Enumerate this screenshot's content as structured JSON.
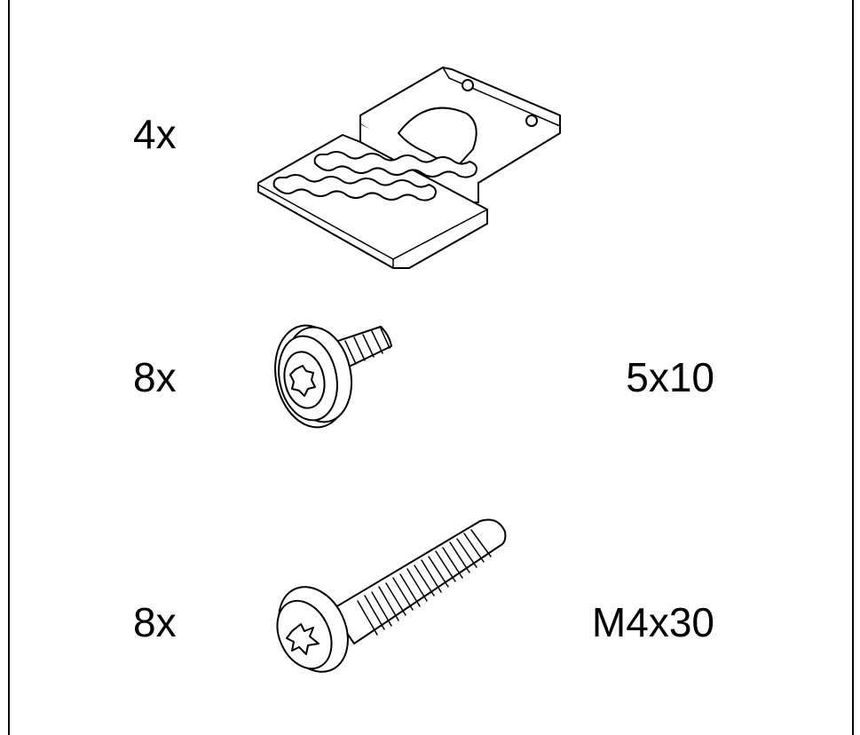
{
  "parts": [
    {
      "quantity": "4x",
      "size": "",
      "icon": "bracket-icon"
    },
    {
      "quantity": "8x",
      "size": "5x10",
      "icon": "flange-screw-icon"
    },
    {
      "quantity": "8x",
      "size": "M4x30",
      "icon": "pan-head-screw-icon"
    }
  ],
  "colors": {
    "line": "#000000",
    "background": "#ffffff"
  }
}
